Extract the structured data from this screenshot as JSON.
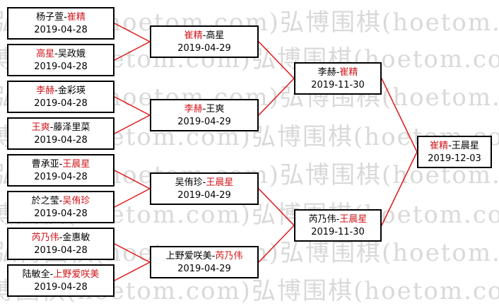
{
  "watermark_text": "弘博围棋(hoetom.com)弘博围棋(hoetom.com)弘",
  "colors": {
    "winner": "#d0151a",
    "line": "#e01818",
    "border": "#000000",
    "watermark": "#d9d9d9"
  },
  "separator": "-",
  "rounds": [
    {
      "name": "",
      "matches": [
        {
          "p1": "杨子萱",
          "p2": "崔精",
          "winner": 2,
          "date": "2019-04-28"
        },
        {
          "p1": "高星",
          "p2": "吴政娥",
          "winner": 1,
          "date": "2019-04-28"
        },
        {
          "p1": "李赫",
          "p2": "金彩瑛",
          "winner": 1,
          "date": "2019-04-28"
        },
        {
          "p1": "王爽",
          "p2": "藤泽里菜",
          "winner": 1,
          "date": "2019-04-28"
        },
        {
          "p1": "曹承亚",
          "p2": "王晨星",
          "winner": 2,
          "date": "2019-04-28"
        },
        {
          "p1": "於之莹",
          "p2": "吴侑珍",
          "winner": 2,
          "date": "2019-04-28"
        },
        {
          "p1": "芮乃伟",
          "p2": "金惠敏",
          "winner": 1,
          "date": "2019-04-28"
        },
        {
          "p1": "陆敏全",
          "p2": "上野爱咲美",
          "winner": 2,
          "date": "2019-04-28"
        }
      ]
    },
    {
      "name": "",
      "matches": [
        {
          "p1": "崔精",
          "p2": "高星",
          "winner": 1,
          "date": "2019-04-29"
        },
        {
          "p1": "李赫",
          "p2": "王爽",
          "winner": 1,
          "date": "2019-04-29"
        },
        {
          "p1": "吴侑珍",
          "p2": "王晨星",
          "winner": 2,
          "date": "2019-04-29"
        },
        {
          "p1": "上野爱咲美",
          "p2": "芮乃伟",
          "winner": 2,
          "date": "2019-04-29"
        }
      ]
    },
    {
      "name": "",
      "matches": [
        {
          "p1": "李赫",
          "p2": "崔精",
          "winner": 2,
          "date": "2019-11-30"
        },
        {
          "p1": "芮乃伟",
          "p2": "王晨星",
          "winner": 2,
          "date": "2019-11-30"
        }
      ]
    },
    {
      "name": "",
      "matches": [
        {
          "p1": "崔精",
          "p2": "王晨星",
          "winner": 1,
          "date": "2019-12-03"
        }
      ]
    }
  ]
}
